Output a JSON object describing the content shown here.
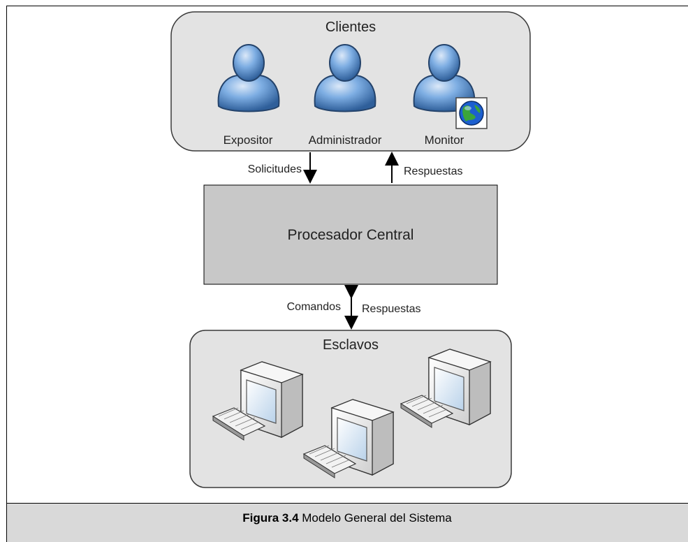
{
  "clients": {
    "title": "Clientes",
    "users": [
      {
        "label": "Expositor",
        "icon": "user-icon"
      },
      {
        "label": "Administrador",
        "icon": "user-icon"
      },
      {
        "label": "Monitor",
        "icon": "user-icon",
        "badge_icon": "globe-icon"
      }
    ]
  },
  "arrows": {
    "requests_label": "Solicitudes",
    "responses_top_label": "Respuestas",
    "commands_label": "Comandos",
    "responses_bottom_label": "Respuestas"
  },
  "processor": {
    "label": "Procesador Central"
  },
  "slaves": {
    "title": "Esclavos",
    "computer_icon": "desktop-computer-icon",
    "computer_count": 3
  },
  "caption": {
    "figure_number": "Figura 3.4",
    "text": "Modelo General del Sistema"
  },
  "colors": {
    "group_fill": "#e3e3e3",
    "processor_fill": "#c8c8c8",
    "user_blue": "#6f9fd8",
    "caption_bg": "#d9d9d9"
  }
}
